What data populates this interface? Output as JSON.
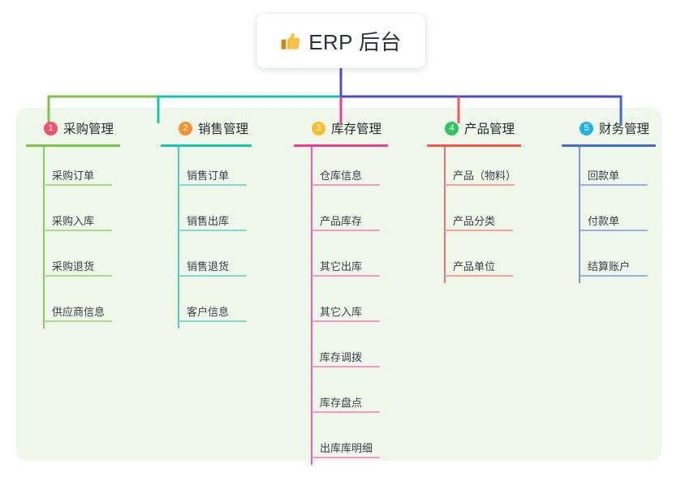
{
  "root": {
    "icon": "thumbs-up-icon",
    "title": "ERP 后台"
  },
  "panel": {
    "background": "#eef7e9"
  },
  "columns": [
    {
      "index": "1",
      "title": "采购管理",
      "badge_color": "#f4516c",
      "rule_color": "#7dc24b",
      "leaf_color": "#a9d98a",
      "spine_color": "#8cc95f",
      "connector_color": "#7dc24b",
      "items": [
        "采购订单",
        "采购入库",
        "采购退货",
        "供应商信息"
      ]
    },
    {
      "index": "2",
      "title": "销售管理",
      "badge_color": "#f69230",
      "rule_color": "#18c5b4",
      "leaf_color": "#7fd9cf",
      "spine_color": "#4bcfc2",
      "connector_color": "#18c5b4",
      "items": [
        "销售订单",
        "销售出库",
        "销售退货",
        "客户信息"
      ]
    },
    {
      "index": "3",
      "title": "库存管理",
      "badge_color": "#f8c02c",
      "rule_color": "#ec3d96",
      "leaf_color": "#f09ac7",
      "spine_color": "#ec5fa8",
      "connector_color": "#ec3d96",
      "items": [
        "仓库信息",
        "产品库存",
        "其它出库",
        "其它入库",
        "库存调拨",
        "库存盘点",
        "出库库明细"
      ]
    },
    {
      "index": "4",
      "title": "产品管理",
      "badge_color": "#2ec45f",
      "rule_color": "#f4574f",
      "leaf_color": "#f4a39e",
      "spine_color": "#f4706a",
      "connector_color": "#f4574f",
      "items": [
        "产品（物料）",
        "产品分类",
        "产品单位"
      ]
    },
    {
      "index": "5",
      "title": "财务管理",
      "badge_color": "#21b2e6",
      "rule_color": "#4169d8",
      "leaf_color": "#9aaee8",
      "spine_color": "#7e97e2",
      "connector_color": "#4169d8",
      "items": [
        "回款单",
        "付款单",
        "结算账户"
      ]
    }
  ],
  "trunk": {
    "color": "#4a4fc0",
    "bus_segments": [
      {
        "color": "#7dc24b"
      },
      {
        "color": "#18c5b4"
      },
      {
        "color": "#4a4fc0"
      }
    ]
  }
}
